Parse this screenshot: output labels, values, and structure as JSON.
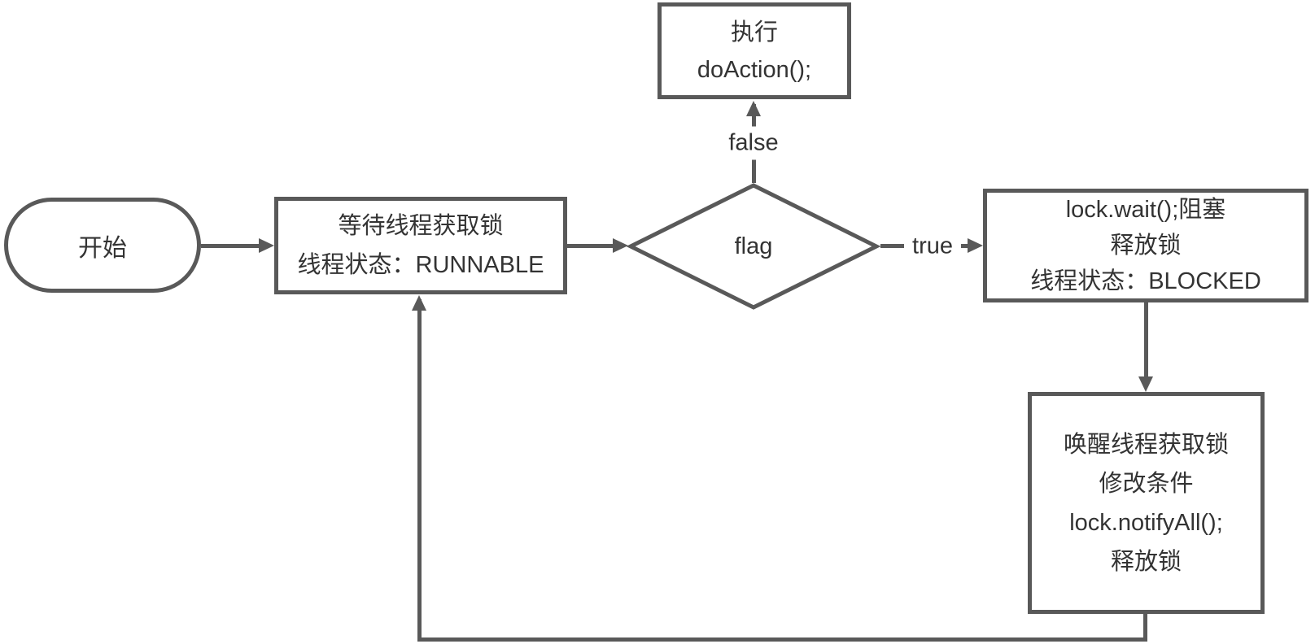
{
  "diagram": {
    "type": "flowchart",
    "background": "#ffffff",
    "stroke_color": "#595959",
    "text_color": "#333333",
    "nodes": {
      "start": {
        "shape": "terminator",
        "label": "开始"
      },
      "wait_lock": {
        "shape": "process",
        "line1": "等待线程获取锁",
        "line2": "线程状态：RUNNABLE"
      },
      "decision": {
        "shape": "decision",
        "label": "flag"
      },
      "do_action": {
        "shape": "process",
        "line1": "执行",
        "line2": "doAction();"
      },
      "blocked": {
        "shape": "process",
        "line1": "lock.wait();阻塞",
        "line2": "释放锁",
        "line3": "线程状态：BLOCKED"
      },
      "notify": {
        "shape": "process",
        "line1": "唤醒线程获取锁",
        "line2": "修改条件",
        "line3": "lock.notifyAll();",
        "line4": "释放锁"
      }
    },
    "edge_labels": {
      "false_branch": "false",
      "true_branch": "true"
    }
  }
}
